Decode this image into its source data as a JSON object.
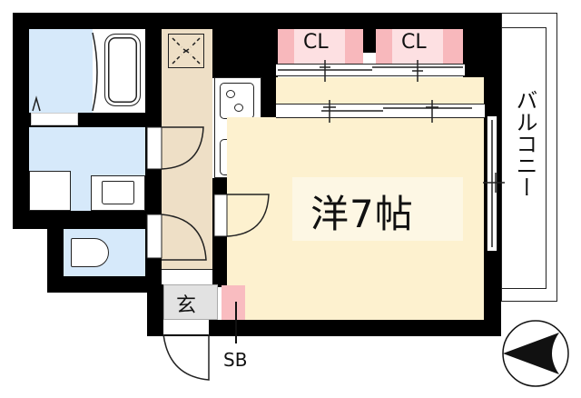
{
  "floor_plan": {
    "rooms": {
      "western_room": {
        "label": "洋7帖",
        "type": "western-style room",
        "size_jo": 7
      },
      "closet_1": {
        "label": "CL"
      },
      "closet_2": {
        "label": "CL"
      },
      "balcony": {
        "label": "バルコニー"
      },
      "entrance": {
        "label": "玄"
      },
      "shoe_box": {
        "label": "SB"
      }
    },
    "fixtures": [
      "bathtub",
      "washbasin",
      "washing-machine-space",
      "toilet",
      "kitchen-stove",
      "kitchen-sink",
      "refrigerator-space"
    ],
    "compass": {
      "direction": "west-pointing north arrow"
    },
    "colors": {
      "wall": "#000000",
      "wet_area": "#d6e9fa",
      "corridor": "#eedfc6",
      "room": "#fdf1cf",
      "closet": "#f8b8bc",
      "closet_light": "#fde0e2",
      "entrance": "#e2e2e2",
      "shoe_box": "#f9bcc0"
    }
  }
}
